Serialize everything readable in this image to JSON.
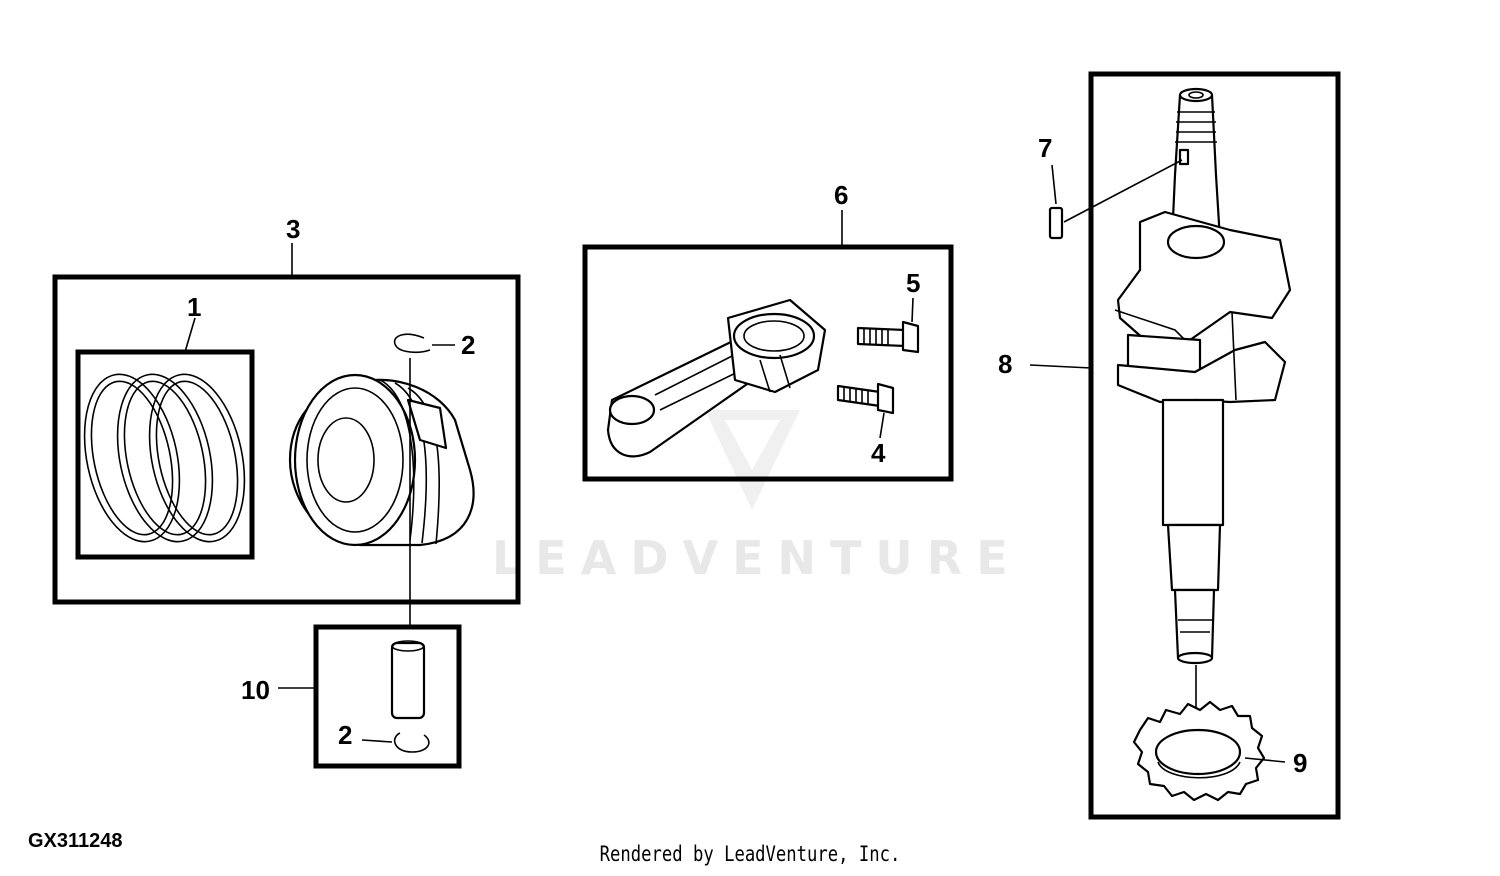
{
  "diagram": {
    "figure_id": "GX311248",
    "credit": "Rendered by LeadVenture, Inc.",
    "watermark": "LEADVENTURE",
    "callouts": {
      "rings": "1",
      "retainer_top": "2",
      "retainer_bottom": "2",
      "piston_assembly": "3",
      "bolt_lower": "4",
      "bolt_upper": "5",
      "connecting_rod": "6",
      "key": "7",
      "crankshaft": "8",
      "gear": "9",
      "pin": "10"
    }
  }
}
